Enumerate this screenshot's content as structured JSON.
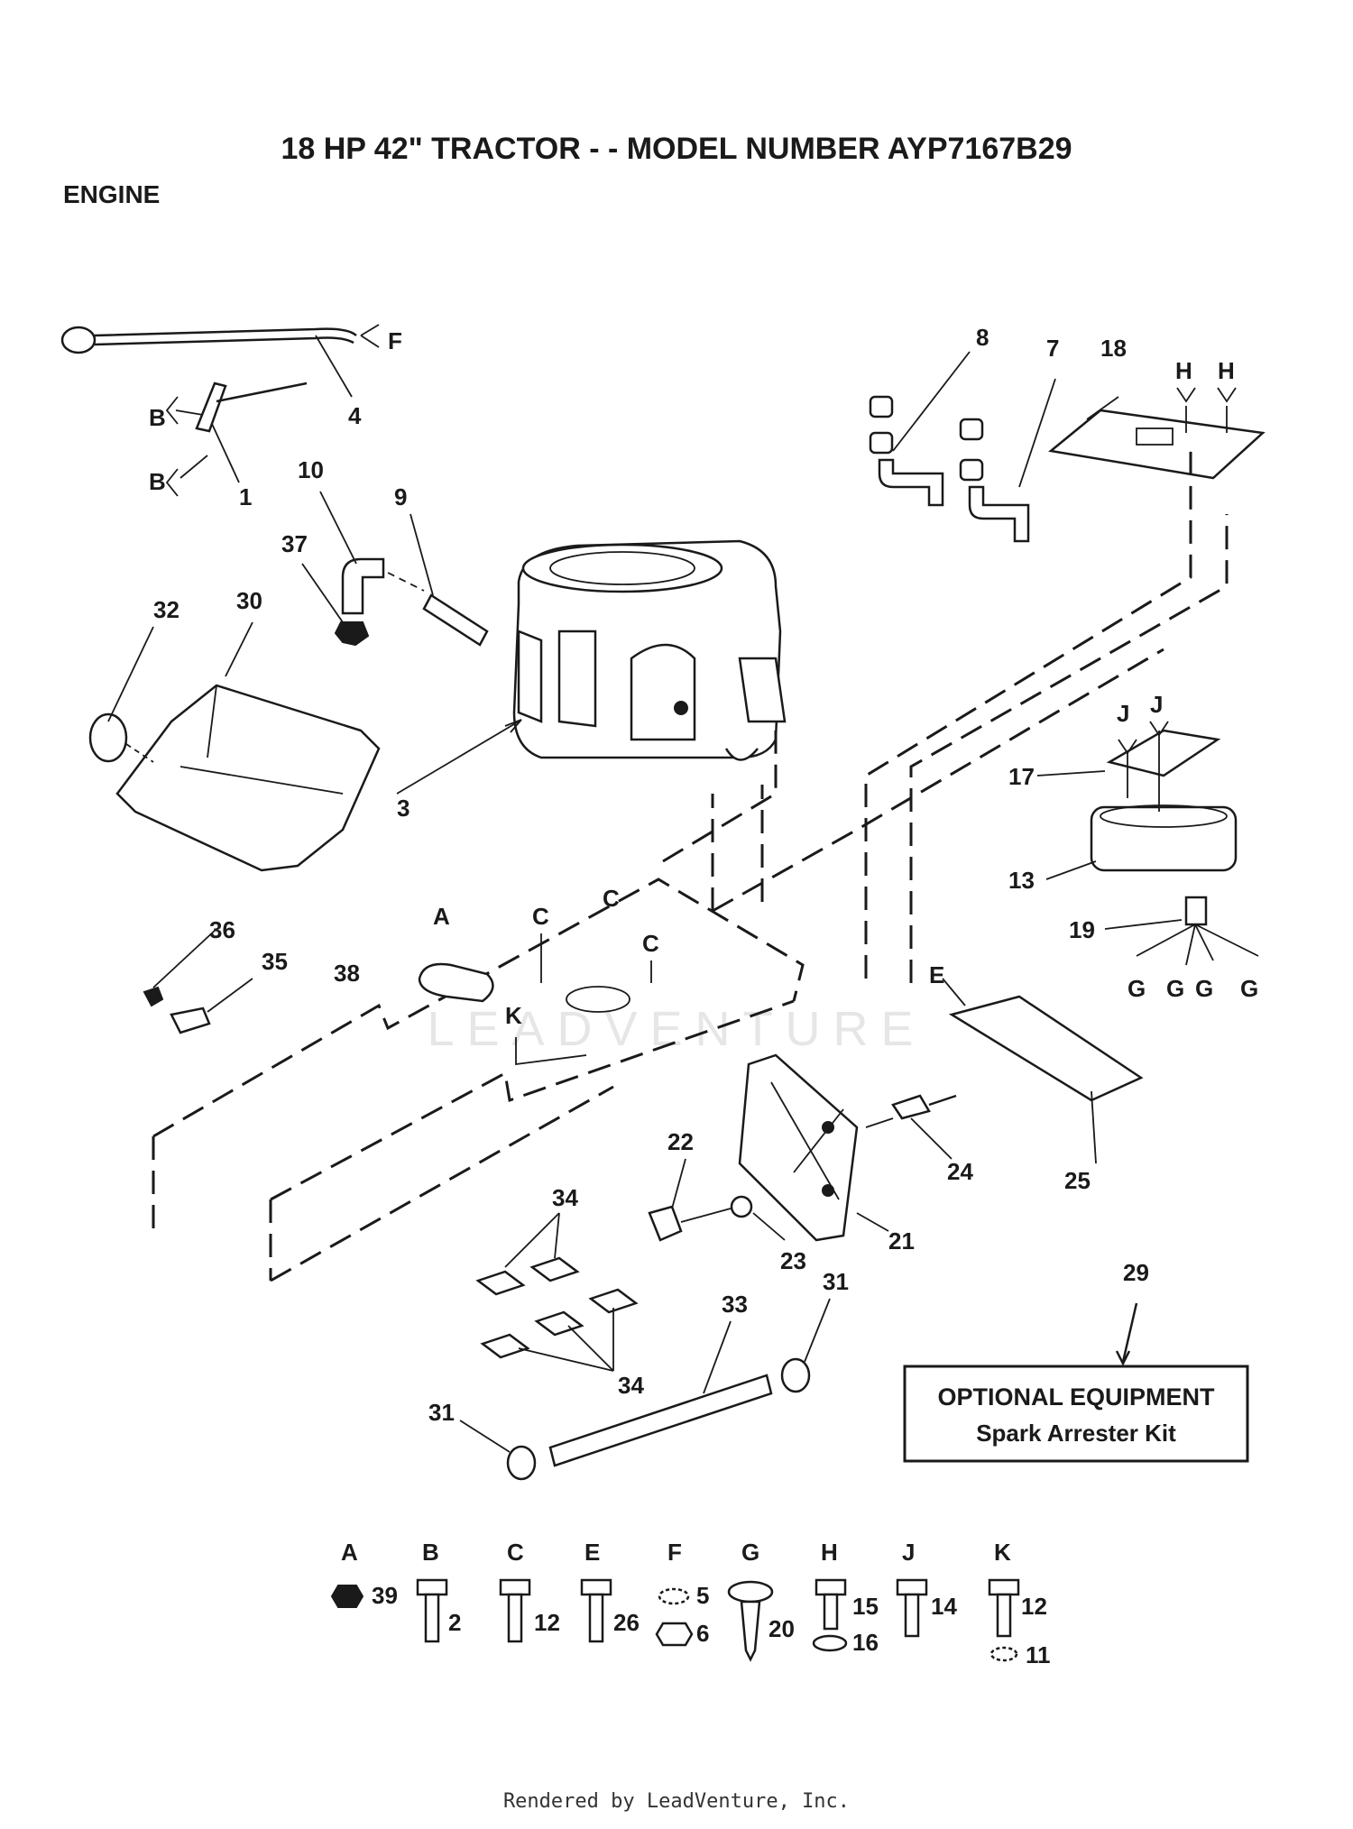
{
  "title": "18 HP 42\" TRACTOR - - MODEL NUMBER AYP7167B29",
  "section": "ENGINE",
  "footer": "Rendered by LeadVenture, Inc.",
  "watermark": "LEADVENTURE",
  "optional_box": {
    "line1": "OPTIONAL EQUIPMENT",
    "line2": "Spark Arrester Kit",
    "ref": "29"
  },
  "callouts": {
    "n1": "1",
    "n3": "3",
    "n4": "4",
    "n7": "7",
    "n8": "8",
    "n9": "9",
    "n10": "10",
    "n13": "13",
    "n17": "17",
    "n18": "18",
    "n19": "19",
    "n21": "21",
    "n22": "22",
    "n23": "23",
    "n24": "24",
    "n25": "25",
    "n30": "30",
    "n31a": "31",
    "n31b": "31",
    "n32": "32",
    "n33": "33",
    "n34a": "34",
    "n34b": "34",
    "n35": "35",
    "n36": "36",
    "n37": "37",
    "n38": "38"
  },
  "letters": {
    "F": "F",
    "B1": "B",
    "B2": "B",
    "H1": "H",
    "H2": "H",
    "J1": "J",
    "J2": "J",
    "G1": "G",
    "G2": "G",
    "G3": "G",
    "G4": "G",
    "A": "A",
    "C1": "C",
    "C2": "C",
    "C3": "C",
    "K": "K",
    "E": "E"
  },
  "hardware": [
    {
      "letter": "A",
      "parts": [
        "39"
      ]
    },
    {
      "letter": "B",
      "parts": [
        "2"
      ]
    },
    {
      "letter": "C",
      "parts": [
        "12"
      ]
    },
    {
      "letter": "E",
      "parts": [
        "26"
      ]
    },
    {
      "letter": "F",
      "parts": [
        "5",
        "6"
      ]
    },
    {
      "letter": "G",
      "parts": [
        "20"
      ]
    },
    {
      "letter": "H",
      "parts": [
        "15",
        "16"
      ]
    },
    {
      "letter": "J",
      "parts": [
        "14"
      ]
    },
    {
      "letter": "K",
      "parts": [
        "12",
        "11"
      ]
    }
  ]
}
